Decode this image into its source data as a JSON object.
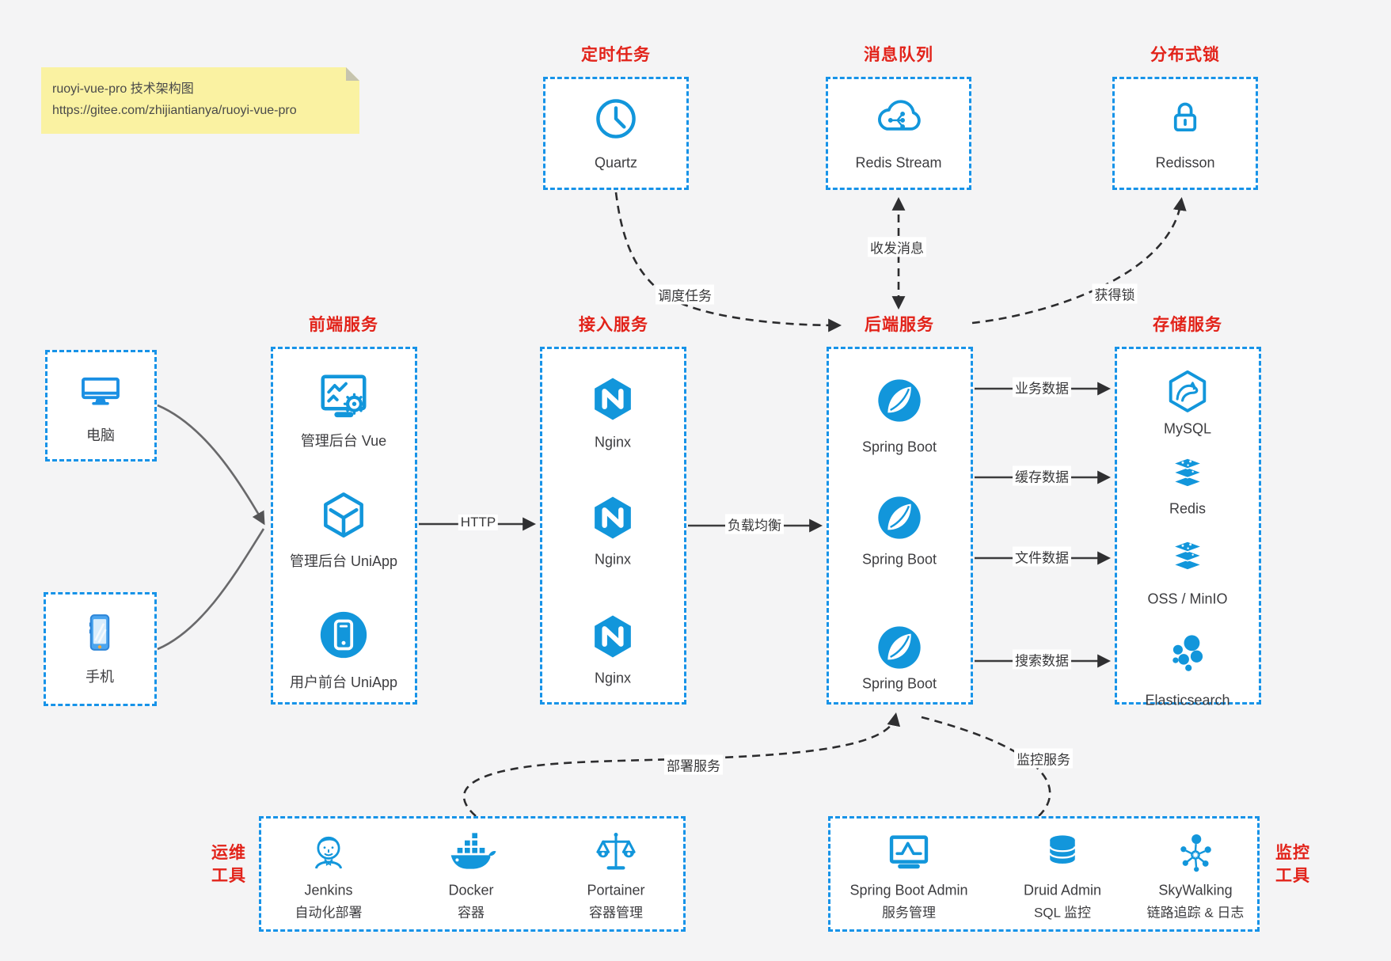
{
  "note": {
    "line1": "ruoyi-vue-pro 技术架构图",
    "line2": "https://gitee.com/zhijiantianya/ruoyi-vue-pro"
  },
  "top_groups": [
    {
      "title": "定时任务",
      "icon": "clock-icon",
      "label": "Quartz"
    },
    {
      "title": "消息队列",
      "icon": "cloud-network-icon",
      "label": "Redis Stream"
    },
    {
      "title": "分布式锁",
      "icon": "lock-icon",
      "label": "Redisson"
    }
  ],
  "clients": [
    {
      "icon": "desktop-icon",
      "label": "电脑"
    },
    {
      "icon": "phone-icon",
      "label": "手机"
    }
  ],
  "columns": [
    {
      "title": "前端服务",
      "items": [
        {
          "icon": "admin-vue-icon",
          "label": "管理后台 Vue"
        },
        {
          "icon": "cube-icon",
          "label": "管理后台 UniApp"
        },
        {
          "icon": "mobile-app-icon",
          "label": "用户前台 UniApp"
        }
      ]
    },
    {
      "title": "接入服务",
      "items": [
        {
          "icon": "nginx-icon",
          "label": "Nginx"
        },
        {
          "icon": "nginx-icon",
          "label": "Nginx"
        },
        {
          "icon": "nginx-icon",
          "label": "Nginx"
        }
      ]
    },
    {
      "title": "后端服务",
      "items": [
        {
          "icon": "spring-icon",
          "label": "Spring Boot"
        },
        {
          "icon": "spring-icon",
          "label": "Spring Boot"
        },
        {
          "icon": "spring-icon",
          "label": "Spring Boot"
        }
      ]
    },
    {
      "title": "存储服务",
      "items": [
        {
          "icon": "mysql-icon",
          "label": "MySQL"
        },
        {
          "icon": "redis-icon",
          "label": "Redis"
        },
        {
          "icon": "oss-icon",
          "label": "OSS / MinIO"
        },
        {
          "icon": "elasticsearch-icon",
          "label": "Elasticsearch"
        }
      ]
    }
  ],
  "edges": {
    "http": "HTTP",
    "load_balance": "负载均衡",
    "business_data": "业务数据",
    "cache_data": "缓存数据",
    "file_data": "文件数据",
    "search_data": "搜索数据",
    "schedule_task": "调度任务",
    "message": "收发消息",
    "acquire_lock": "获得锁",
    "deploy": "部署服务",
    "monitor": "监控服务"
  },
  "bottom_groups": [
    {
      "title_line1": "运维",
      "title_line2": "工具",
      "items": [
        {
          "icon": "jenkins-icon",
          "name": "Jenkins",
          "subtitle": "自动化部署"
        },
        {
          "icon": "docker-icon",
          "name": "Docker",
          "subtitle": "容器"
        },
        {
          "icon": "portainer-icon",
          "name": "Portainer",
          "subtitle": "容器管理"
        }
      ]
    },
    {
      "title_line1": "监控",
      "title_line2": "工具",
      "items": [
        {
          "icon": "springboot-admin-icon",
          "name": "Spring Boot Admin",
          "subtitle": "服务管理"
        },
        {
          "icon": "druid-icon",
          "name": "Druid Admin",
          "subtitle": "SQL 监控"
        },
        {
          "icon": "skywalking-icon",
          "name": "SkyWalking",
          "subtitle": "链路追踪 & 日志"
        }
      ]
    }
  ],
  "colors": {
    "accent_blue": "#1793e8",
    "icon_blue": "#1296db",
    "title_red": "#e2231a",
    "canvas_bg": "#f4f4f5",
    "node_bg": "#ffffff",
    "arrow_dark": "#2f2f31",
    "note_bg": "#faf2a2"
  }
}
